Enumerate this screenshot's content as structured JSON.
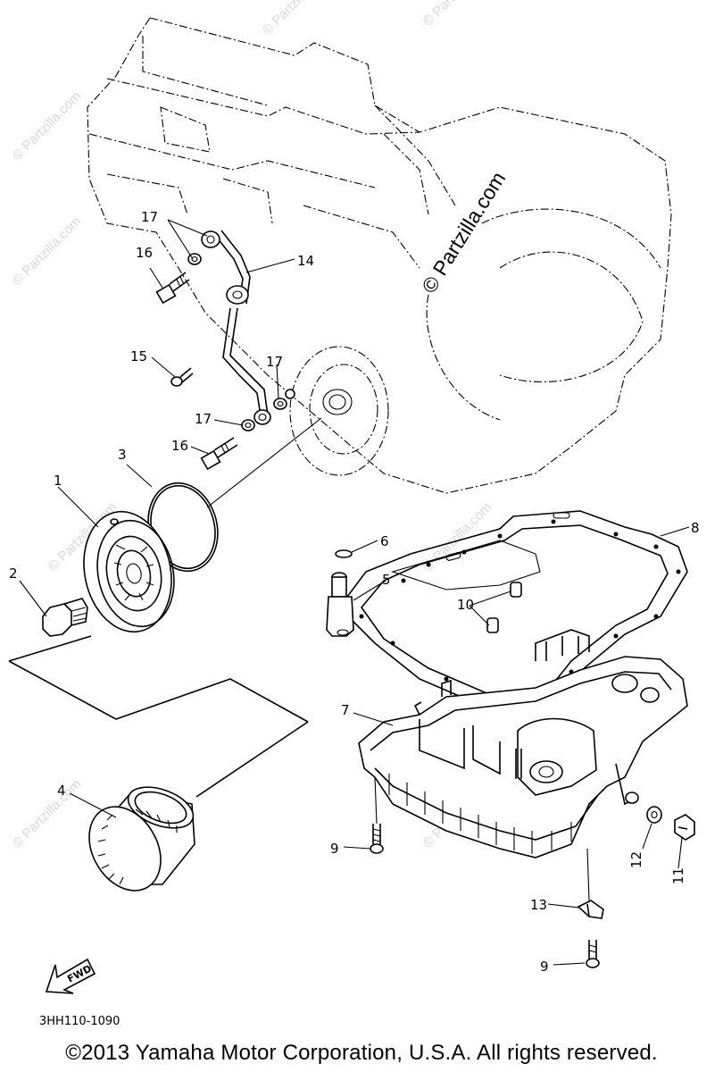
{
  "watermark": {
    "main": "© Partzilla.com",
    "faint": "© Partzilla.com"
  },
  "callouts": [
    {
      "id": "1",
      "label": "1"
    },
    {
      "id": "2",
      "label": "2"
    },
    {
      "id": "3",
      "label": "3"
    },
    {
      "id": "4",
      "label": "4"
    },
    {
      "id": "5",
      "label": "5"
    },
    {
      "id": "6",
      "label": "6"
    },
    {
      "id": "7",
      "label": "7"
    },
    {
      "id": "8",
      "label": "8"
    },
    {
      "id": "9a",
      "label": "9"
    },
    {
      "id": "9b",
      "label": "9"
    },
    {
      "id": "10",
      "label": "10"
    },
    {
      "id": "11",
      "label": "11"
    },
    {
      "id": "12",
      "label": "12"
    },
    {
      "id": "13",
      "label": "13"
    },
    {
      "id": "14",
      "label": "14"
    },
    {
      "id": "15",
      "label": "15"
    },
    {
      "id": "16a",
      "label": "16"
    },
    {
      "id": "16b",
      "label": "16"
    },
    {
      "id": "17a",
      "label": "17"
    },
    {
      "id": "17b",
      "label": "17"
    },
    {
      "id": "17c",
      "label": "17"
    }
  ],
  "fwd_label": "FWD",
  "diagram_code": "3HH110-1090",
  "copyright": "©2013 Yamaha Motor Corporation, U.S.A. All rights reserved."
}
